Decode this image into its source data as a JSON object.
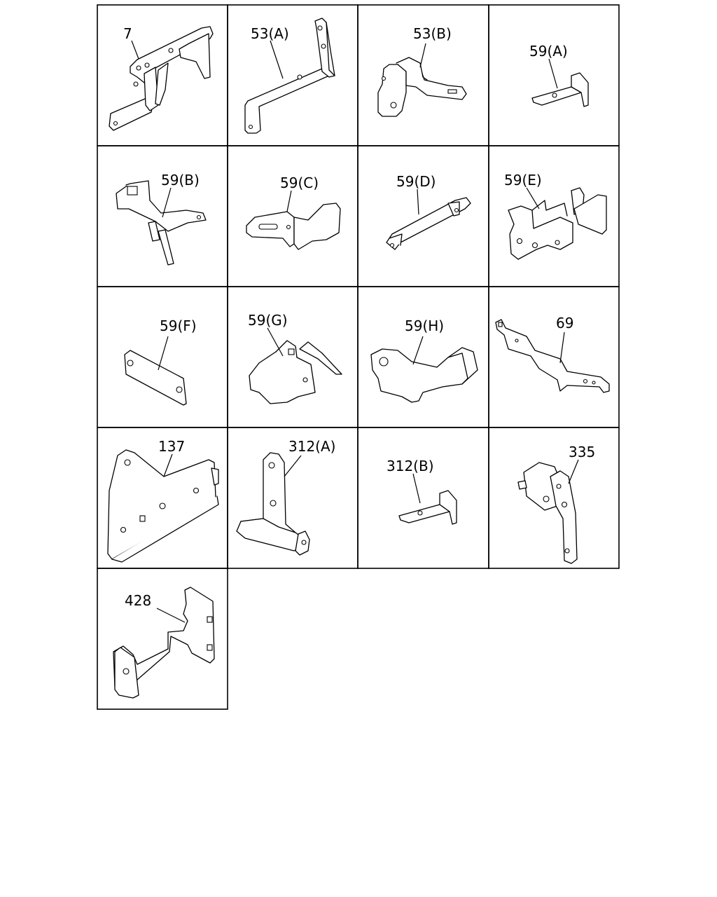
{
  "diagram": {
    "parts": [
      {
        "key": "p7",
        "label": "7"
      },
      {
        "key": "p53a",
        "label": "53(A)"
      },
      {
        "key": "p53b",
        "label": "53(B)"
      },
      {
        "key": "p59a",
        "label": "59(A)"
      },
      {
        "key": "p59b",
        "label": "59(B)"
      },
      {
        "key": "p59c",
        "label": "59(C)"
      },
      {
        "key": "p59d",
        "label": "59(D)"
      },
      {
        "key": "p59e",
        "label": "59(E)"
      },
      {
        "key": "p59f",
        "label": "59(F)"
      },
      {
        "key": "p59g",
        "label": "59(G)"
      },
      {
        "key": "p59h",
        "label": "59(H)"
      },
      {
        "key": "p69",
        "label": "69"
      },
      {
        "key": "p137",
        "label": "137"
      },
      {
        "key": "p312a",
        "label": "312(A)"
      },
      {
        "key": "p312b",
        "label": "312(B)"
      },
      {
        "key": "p335",
        "label": "335"
      },
      {
        "key": "p428",
        "label": "428"
      }
    ]
  }
}
